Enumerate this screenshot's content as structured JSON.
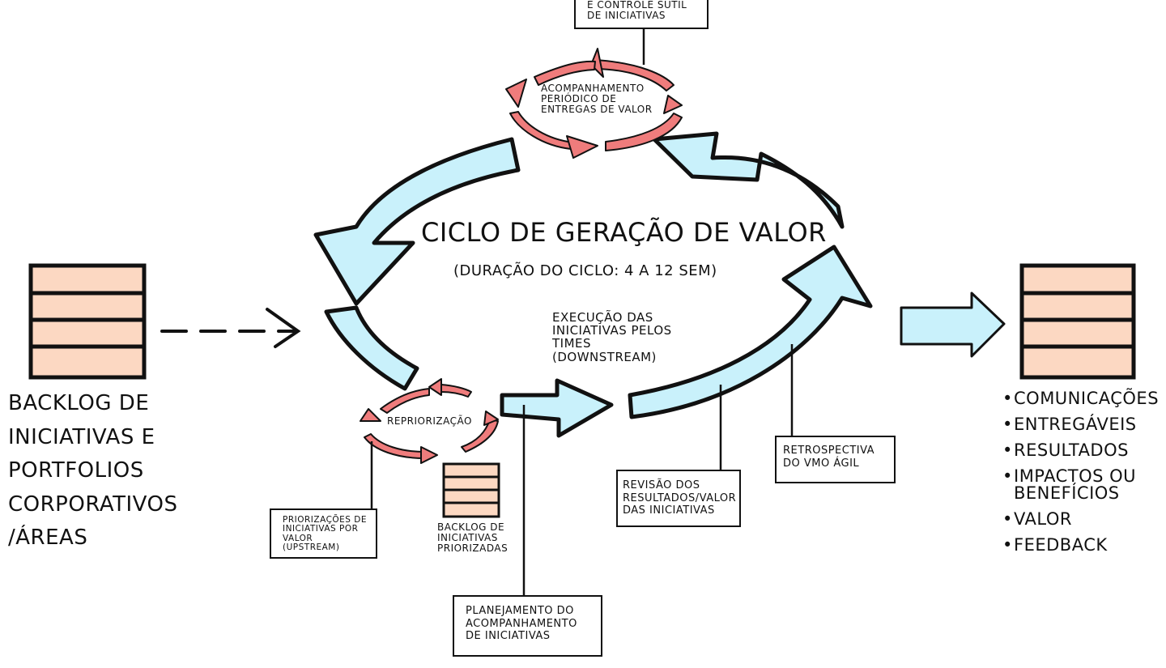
{
  "diagram": {
    "top_box_text": "e controle sutil\nde iniciativas",
    "small_cycle_top_label": "Acompanhamento\nPeriódico de\nentregas de valor",
    "main_title": "Ciclo de Geração de Valor",
    "main_subtitle": "(Duração do ciclo: 4 a 12 sem)",
    "execution_label": "Execução das\niniciativas pelos\ntimes\n(downstream)",
    "reprioritization_label": "Repriorização",
    "backlog_left_label": "Backlog de\niniciativas e\nPortfolios\nCorporativos\n/Áreas",
    "prioritization_box": "Priorizações de\niniciativas por\nvalor (upstream)",
    "prioritized_backlog_label": "Backlog de\niniciativas\npriorizadas",
    "planning_box": "Planejamento do\nacompanhamento\nde iniciativas",
    "review_box": "Revisão dos\nResultados/Valor\ndas iniciativas",
    "retro_box": "Retrospectiva\ndo VMO Ágil",
    "outputs": [
      "Comunicações",
      "Entregáveis",
      "Resultados",
      "Impactos ou\nBenefícios",
      "Valor",
      "Feedback"
    ],
    "colors": {
      "cycle_fill": "#c9f1fb",
      "backlog_fill": "#fcd8c2",
      "small_cycle_fill": "#ef7c7c",
      "ink": "#111111"
    }
  }
}
